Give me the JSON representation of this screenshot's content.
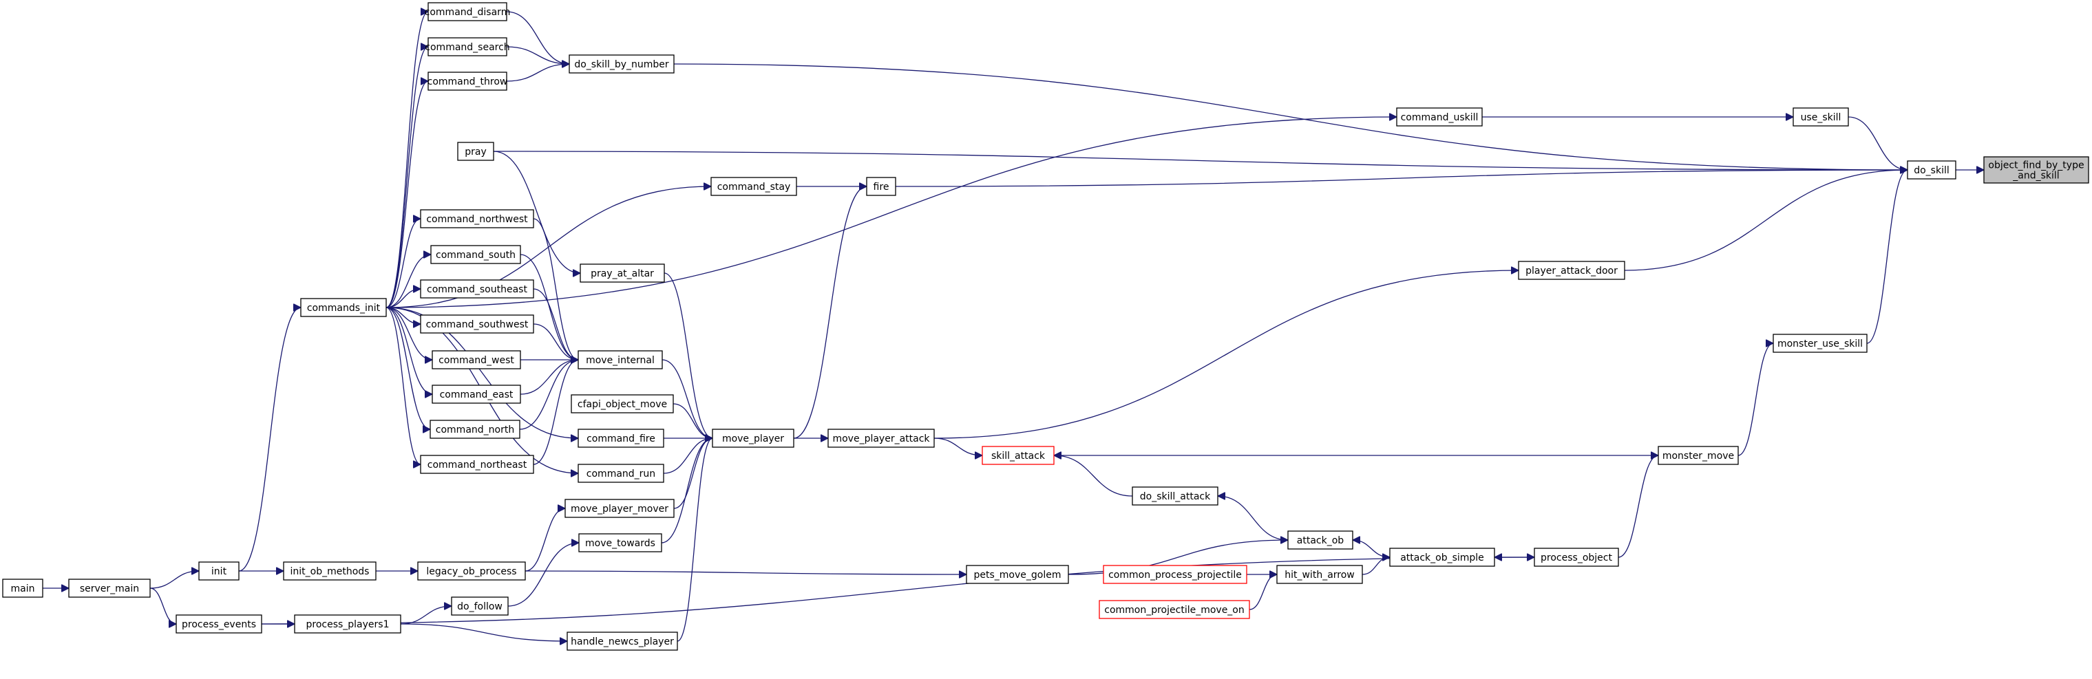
{
  "graph": {
    "colors": {
      "edge": "#191970",
      "node_border": "#000000",
      "truncated_border": "#ff0000",
      "highlight_fill": "#bfbfbf"
    },
    "nodes": {
      "object_find_by_type_and_skill": {
        "label": [
          "object_find_by_type",
          "_and_skill"
        ],
        "highlight": true
      },
      "do_skill": {
        "label": [
          "do_skill"
        ]
      },
      "do_skill_by_number": {
        "label": [
          "do_skill_by_number"
        ]
      },
      "command_disarm": {
        "label": [
          "command_disarm"
        ]
      },
      "command_search": {
        "label": [
          "command_search"
        ]
      },
      "command_throw": {
        "label": [
          "command_throw"
        ]
      },
      "use_skill": {
        "label": [
          "use_skill"
        ]
      },
      "command_uskill": {
        "label": [
          "command_uskill"
        ]
      },
      "pray": {
        "label": [
          "pray"
        ]
      },
      "fire": {
        "label": [
          "fire"
        ]
      },
      "command_stay": {
        "label": [
          "command_stay"
        ]
      },
      "command_northwest": {
        "label": [
          "command_northwest"
        ]
      },
      "command_south": {
        "label": [
          "command_south"
        ]
      },
      "command_southeast": {
        "label": [
          "command_southeast"
        ]
      },
      "command_southwest": {
        "label": [
          "command_southwest"
        ]
      },
      "command_west": {
        "label": [
          "command_west"
        ]
      },
      "command_east": {
        "label": [
          "command_east"
        ]
      },
      "command_north": {
        "label": [
          "command_north"
        ]
      },
      "command_northeast": {
        "label": [
          "command_northeast"
        ]
      },
      "commands_init": {
        "label": [
          "commands_init"
        ]
      },
      "pray_at_altar": {
        "label": [
          "pray_at_altar"
        ]
      },
      "move_internal": {
        "label": [
          "move_internal"
        ]
      },
      "player_attack_door": {
        "label": [
          "player_attack_door"
        ]
      },
      "monster_use_skill": {
        "label": [
          "monster_use_skill"
        ]
      },
      "cfapi_object_move": {
        "label": [
          "cfapi_object_move"
        ]
      },
      "command_fire": {
        "label": [
          "command_fire"
        ]
      },
      "command_run": {
        "label": [
          "command_run"
        ]
      },
      "move_player": {
        "label": [
          "move_player"
        ]
      },
      "move_player_attack": {
        "label": [
          "move_player_attack"
        ]
      },
      "skill_attack": {
        "label": [
          "skill_attack"
        ],
        "truncated": true
      },
      "monster_move": {
        "label": [
          "monster_move"
        ]
      },
      "move_player_mover": {
        "label": [
          "move_player_mover"
        ]
      },
      "move_towards": {
        "label": [
          "move_towards"
        ]
      },
      "do_skill_attack": {
        "label": [
          "do_skill_attack"
        ]
      },
      "attack_ob": {
        "label": [
          "attack_ob"
        ]
      },
      "attack_ob_simple": {
        "label": [
          "attack_ob_simple"
        ]
      },
      "process_object": {
        "label": [
          "process_object"
        ]
      },
      "init": {
        "label": [
          "init"
        ]
      },
      "init_ob_methods": {
        "label": [
          "init_ob_methods"
        ]
      },
      "legacy_ob_process": {
        "label": [
          "legacy_ob_process"
        ]
      },
      "pets_move_golem": {
        "label": [
          "pets_move_golem"
        ]
      },
      "common_process_projectile": {
        "label": [
          "common_process_projectile"
        ],
        "truncated": true
      },
      "hit_with_arrow": {
        "label": [
          "hit_with_arrow"
        ]
      },
      "common_projectile_move_on": {
        "label": [
          "common_projectile_move_on"
        ],
        "truncated": true
      },
      "main": {
        "label": [
          "main"
        ]
      },
      "server_main": {
        "label": [
          "server_main"
        ]
      },
      "do_follow": {
        "label": [
          "do_follow"
        ]
      },
      "process_events": {
        "label": [
          "process_events"
        ]
      },
      "process_players1": {
        "label": [
          "process_players1"
        ]
      },
      "handle_newcs_player": {
        "label": [
          "handle_newcs_player"
        ]
      }
    },
    "edges": [
      [
        "do_skill",
        "object_find_by_type_and_skill"
      ],
      [
        "do_skill_by_number",
        "do_skill"
      ],
      [
        "command_disarm",
        "do_skill_by_number"
      ],
      [
        "command_search",
        "do_skill_by_number"
      ],
      [
        "command_throw",
        "do_skill_by_number"
      ],
      [
        "use_skill",
        "do_skill"
      ],
      [
        "command_uskill",
        "use_skill"
      ],
      [
        "pray",
        "do_skill"
      ],
      [
        "fire",
        "do_skill"
      ],
      [
        "command_stay",
        "fire"
      ],
      [
        "player_attack_door",
        "do_skill"
      ],
      [
        "monster_use_skill",
        "do_skill"
      ],
      [
        "commands_init",
        "command_disarm"
      ],
      [
        "commands_init",
        "command_search"
      ],
      [
        "commands_init",
        "command_throw"
      ],
      [
        "commands_init",
        "command_uskill"
      ],
      [
        "commands_init",
        "command_stay"
      ],
      [
        "commands_init",
        "command_northwest"
      ],
      [
        "commands_init",
        "command_south"
      ],
      [
        "commands_init",
        "command_southeast"
      ],
      [
        "commands_init",
        "command_southwest"
      ],
      [
        "commands_init",
        "command_west"
      ],
      [
        "commands_init",
        "command_east"
      ],
      [
        "commands_init",
        "command_north"
      ],
      [
        "commands_init",
        "command_northeast"
      ],
      [
        "commands_init",
        "command_fire"
      ],
      [
        "commands_init",
        "command_run"
      ],
      [
        "command_northwest",
        "move_internal"
      ],
      [
        "command_south",
        "move_internal"
      ],
      [
        "command_southeast",
        "move_internal"
      ],
      [
        "command_southwest",
        "move_internal"
      ],
      [
        "command_west",
        "move_internal"
      ],
      [
        "command_east",
        "move_internal"
      ],
      [
        "command_north",
        "move_internal"
      ],
      [
        "command_northeast",
        "move_internal"
      ],
      [
        "move_internal",
        "move_player"
      ],
      [
        "pray",
        "pray_at_altar"
      ],
      [
        "pray_at_altar",
        "move_player"
      ],
      [
        "move_player",
        "fire"
      ],
      [
        "cfapi_object_move",
        "move_player"
      ],
      [
        "command_fire",
        "move_player"
      ],
      [
        "command_run",
        "move_player"
      ],
      [
        "move_player_mover",
        "move_player"
      ],
      [
        "move_towards",
        "move_player"
      ],
      [
        "handle_newcs_player",
        "move_player"
      ],
      [
        "move_player",
        "move_player_attack"
      ],
      [
        "move_player_attack",
        "player_attack_door"
      ],
      [
        "move_player_attack",
        "skill_attack"
      ],
      [
        "monster_move",
        "skill_attack"
      ],
      [
        "monster_move",
        "monster_use_skill"
      ],
      [
        "do_skill_attack",
        "skill_attack"
      ],
      [
        "attack_ob",
        "do_skill_attack"
      ],
      [
        "attack_ob_simple",
        "attack_ob"
      ],
      [
        "hit_with_arrow",
        "attack_ob_simple"
      ],
      [
        "process_object",
        "attack_ob_simple"
      ],
      [
        "process_object",
        "monster_move"
      ],
      [
        "pets_move_golem",
        "attack_ob"
      ],
      [
        "legacy_ob_process",
        "pets_move_golem"
      ],
      [
        "legacy_ob_process",
        "move_player_mover"
      ],
      [
        "do_follow",
        "move_towards"
      ],
      [
        "common_process_projectile",
        "hit_with_arrow"
      ],
      [
        "common_projectile_move_on",
        "hit_with_arrow"
      ],
      [
        "init_ob_methods",
        "legacy_ob_process"
      ],
      [
        "init",
        "init_ob_methods"
      ],
      [
        "init",
        "commands_init"
      ],
      [
        "server_main",
        "init"
      ],
      [
        "server_main",
        "process_events"
      ],
      [
        "main",
        "server_main"
      ],
      [
        "process_events",
        "process_players1"
      ],
      [
        "process_events",
        "process_object"
      ],
      [
        "process_players1",
        "do_follow"
      ],
      [
        "process_players1",
        "handle_newcs_player"
      ]
    ]
  }
}
